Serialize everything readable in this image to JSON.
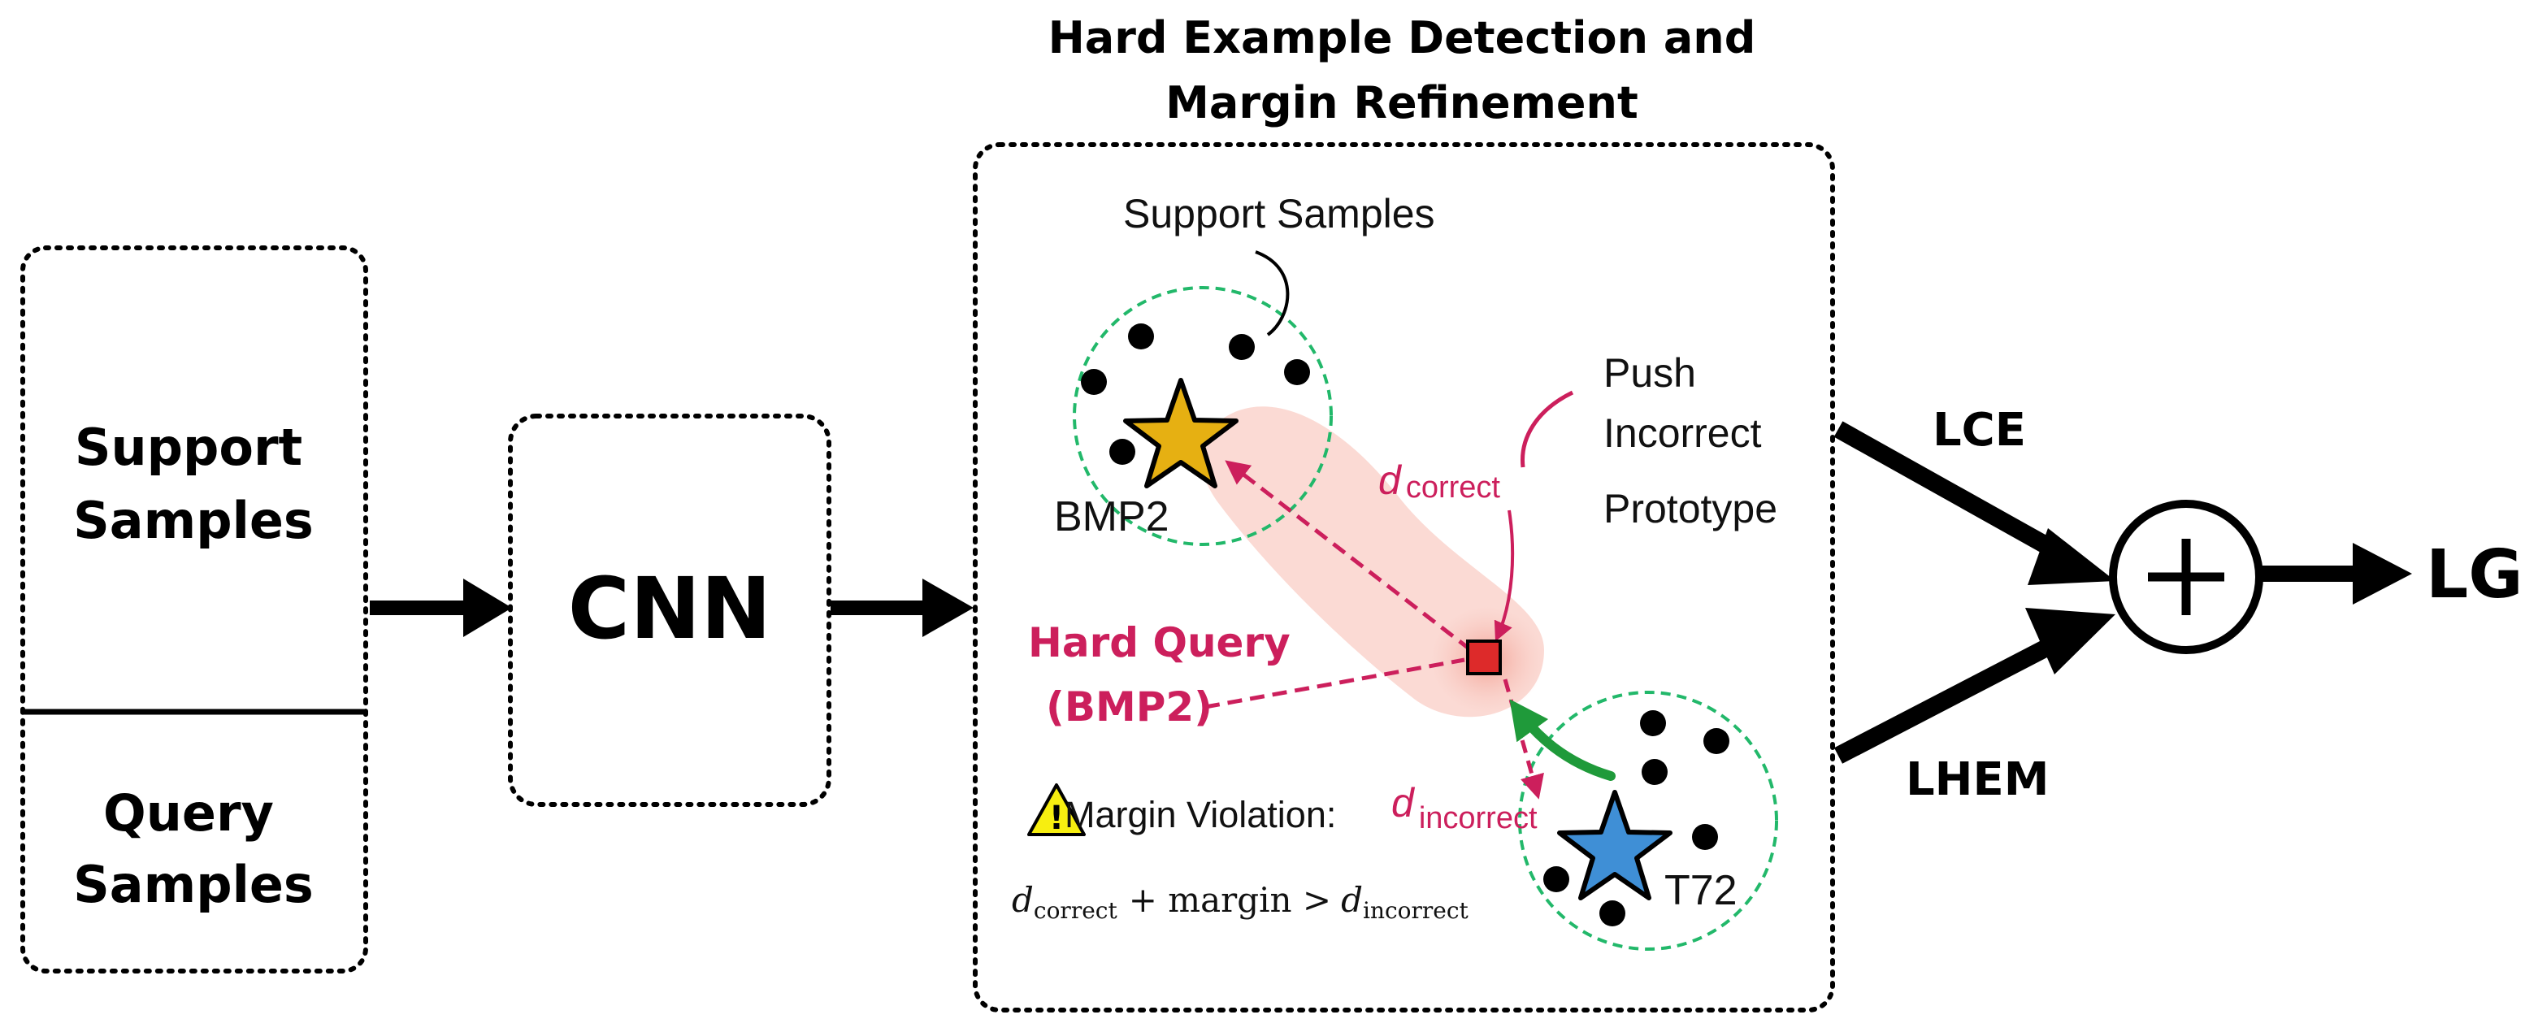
{
  "title": {
    "line1": "Hard Example Detection and",
    "line2": "Margin Refinement"
  },
  "input_box": {
    "support_line1": "Support",
    "support_line2": "Samples",
    "query_line1": "Query",
    "query_line2": "Samples"
  },
  "cnn_label": "CNN",
  "panel": {
    "support_samples_label": "Support Samples",
    "bmp2_label": "BMP2",
    "t72_label": "T72",
    "push_line1": "Push",
    "push_line2": "Incorrect",
    "push_line3": "Prototype",
    "d_correct": {
      "base": "d",
      "sub": "correct"
    },
    "d_incorrect": {
      "base": "d",
      "sub": "incorrect"
    },
    "hard_query_line1": "Hard Query",
    "hard_query_line2": "(BMP2)",
    "warning_symbol": "!",
    "margin_violation_label": "Margin Violation:",
    "formula": {
      "d1": "d",
      "sub1": "correct",
      "mid": "+ margin >",
      "d2": "d",
      "sub2": "incorrect"
    }
  },
  "losses": {
    "lce": "LCE",
    "lhem": "LHEM",
    "plus_symbol": "+",
    "lg": "LG"
  },
  "colors": {
    "black": "#000000",
    "dashed_green": "#22b86a",
    "crimson": "#cc1f5c",
    "gold_star": "#e6b012",
    "blue_star": "#3f8fd6",
    "query_red": "#dd2a2a",
    "glow": "#f7c4bb",
    "push_green": "#1f9a3a",
    "warning_yellow": "#f7ee10"
  },
  "icons": {
    "bmp2_prototype": "star-icon",
    "t72_prototype": "star-icon",
    "hard_query": "square-icon",
    "warning": "warning-triangle-icon",
    "sum_node": "plus-circle-icon"
  }
}
